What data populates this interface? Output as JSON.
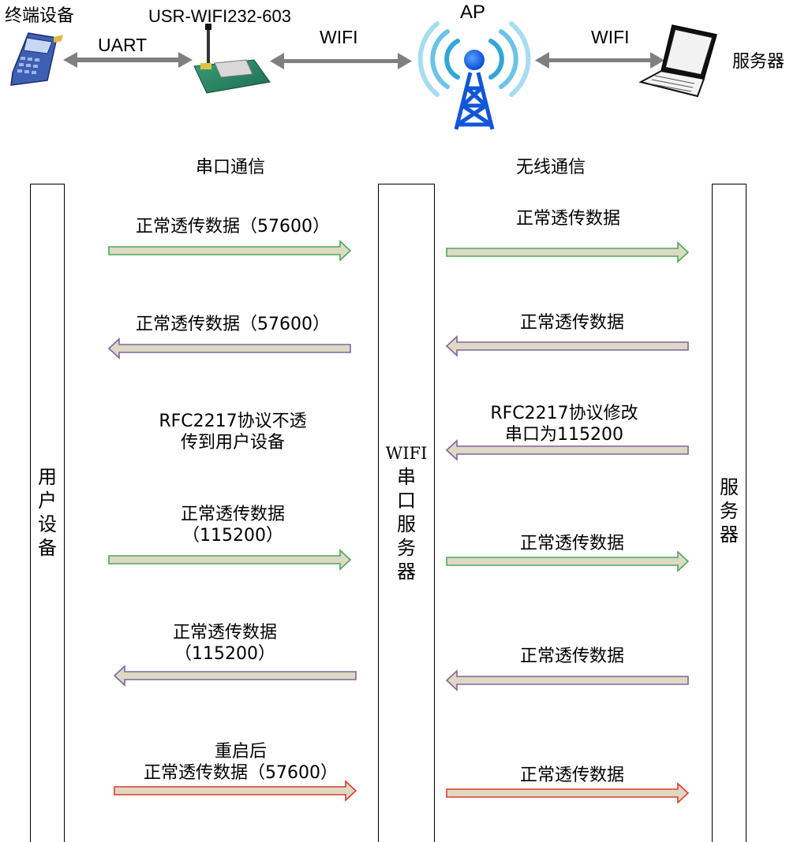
{
  "topology": {
    "terminal_label": "终端设备",
    "module_label": "USR-WIFI232-603",
    "ap_label": "AP",
    "server_label": "服务器",
    "link_uart": "UART",
    "link_wifi_1": "WIFI",
    "link_wifi_2": "WIFI"
  },
  "sections": {
    "serial": "串口通信",
    "wireless": "无线通信"
  },
  "lanes": {
    "user_device": [
      "用",
      "户",
      "设",
      "备"
    ],
    "wifi_serial_server": [
      "WIFI",
      "串",
      "口",
      "服",
      "务",
      "器"
    ],
    "server": [
      "服",
      "务",
      "器"
    ]
  },
  "messages": {
    "left": [
      {
        "lines": [
          "正常透传数据（57600）"
        ],
        "direction": "right",
        "color": "green"
      },
      {
        "lines": [
          "正常透传数据（57600）"
        ],
        "direction": "left",
        "color": "purple"
      },
      {
        "lines": [
          "RFC2217协议不透",
          "传到用户设备"
        ],
        "direction": "none",
        "color": ""
      },
      {
        "lines": [
          "正常透传数据",
          "（115200）"
        ],
        "direction": "right",
        "color": "green"
      },
      {
        "lines": [
          "正常透传数据",
          "（115200）"
        ],
        "direction": "left",
        "color": "purple"
      },
      {
        "lines": [
          "重启后",
          "正常透传数据（57600）"
        ],
        "direction": "right",
        "color": "red"
      }
    ],
    "right": [
      {
        "lines": [
          "正常透传数据"
        ],
        "direction": "right",
        "color": "green"
      },
      {
        "lines": [
          "正常透传数据"
        ],
        "direction": "left",
        "color": "purple"
      },
      {
        "lines": [
          "RFC2217协议修改",
          "串口为115200"
        ],
        "direction": "left",
        "color": "purple"
      },
      {
        "lines": [
          "正常透传数据"
        ],
        "direction": "right",
        "color": "green"
      },
      {
        "lines": [
          "正常透传数据"
        ],
        "direction": "left",
        "color": "purple"
      },
      {
        "lines": [
          "正常透传数据"
        ],
        "direction": "right",
        "color": "red"
      }
    ]
  },
  "colors": {
    "arrow_fill": "#ddd9c3",
    "green": "#4ea85a",
    "purple": "#8064a2",
    "red": "#e03a2e",
    "link_gray": "#7f7f7f"
  }
}
